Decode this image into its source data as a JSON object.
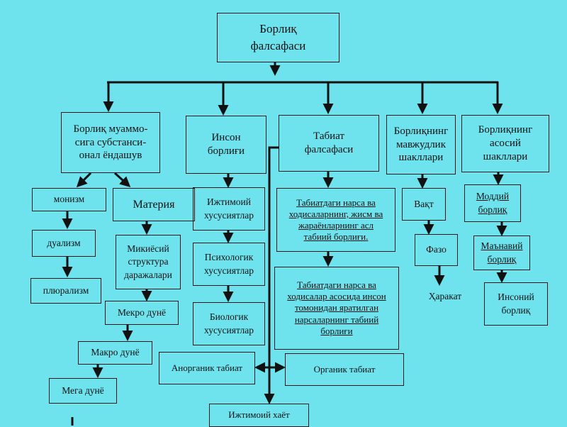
{
  "root": "Борлиқ\nфалсафаси",
  "categories": {
    "approach": "Борлиқ муаммо-\nсига субстанси-\nонал ёндашув",
    "human": "Инсон\nборлиғи",
    "nature": "Табиат\nфалсафаси",
    "existence_forms": "Борлиқнинг\nмавжудлик\nшакллари",
    "basic_forms": "Борлиқнинг\nасосий\nшакллари"
  },
  "approach_items": {
    "monism": "монизм",
    "dualism": "дуализм",
    "pluralism": "плюрализм",
    "matter": "Материя",
    "micro": "Микиёсий\nструктура\nдаражалари",
    "mekro": "Мекро дунё",
    "makro": "Макро дунё",
    "mega": "Мега дунё"
  },
  "human_items": {
    "social": "Ижтимоий\nхусусиятлар",
    "psych": "Психологик\nхусусиятлар",
    "bio": "Биологик\nхусусиятлар"
  },
  "nature_items": {
    "natural": "Табиатдаги нарса ва\nходисаларнинг, жисм ва\nжараёнларнинг асл\nтабиий борлиғи.",
    "manmade": "Табиатдаги нарса ва\nходисалар асосида инсон\nтомонидан яратилган\nнарсаларнинг табиий\nборлиғи",
    "inorganic": "Анорганик табиат",
    "organic": "Органик табиат",
    "social_life": "Ижтимоий хаёт"
  },
  "existence_items": {
    "time": "Вақт",
    "space": "Фазо",
    "motion": "Ҳаракат"
  },
  "basic_items": {
    "material": "Моддий\nборлиқ",
    "spiritual": "Маънавий\nборлиқ",
    "human_being": "Инсоний\nборлиқ"
  }
}
